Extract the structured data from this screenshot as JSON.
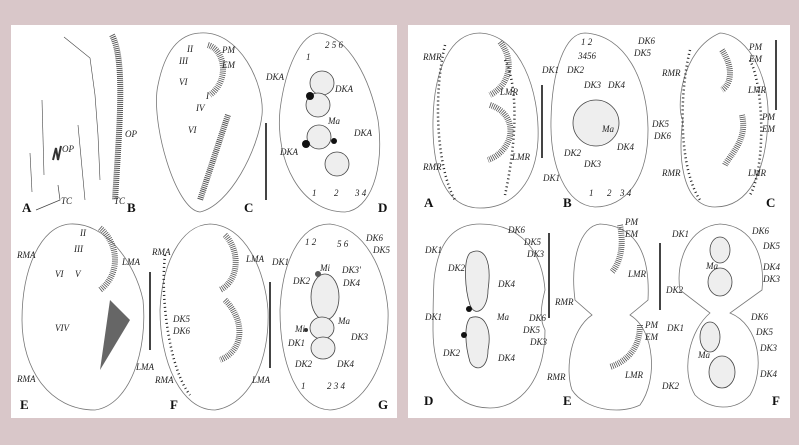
{
  "left_figure": {
    "panels": [
      "A",
      "B",
      "C",
      "D",
      "E",
      "F",
      "G"
    ],
    "labels": {
      "op": "OP",
      "tc": "TC",
      "pm": "PM",
      "em": "EM",
      "ii": "II",
      "iii": "III",
      "iv": "IV",
      "v": "V",
      "vi": "VI",
      "i": "I",
      "dka": "DKA",
      "ma": "Ma",
      "mi": "Mi",
      "rma": "RMA",
      "lma": "LMA",
      "dk1": "DK1",
      "dk2": "DK2",
      "dk3": "DK3",
      "dk3p": "DK3'",
      "dk4": "DK4",
      "dk5": "DK5",
      "dk6": "DK6",
      "n1": "1",
      "n2": "2",
      "n3": "3",
      "n4": "4",
      "n5": "5",
      "n6": "6"
    }
  },
  "right_figure": {
    "panels": [
      "A",
      "B",
      "C",
      "D",
      "E",
      "F"
    ],
    "labels": {
      "rmr": "RMR",
      "lmr": "LMR",
      "pm": "PM",
      "em": "EM",
      "ma": "Ma",
      "dk1": "DK1",
      "dk2": "DK2",
      "dk3": "DK3",
      "dk4": "DK4",
      "dk5": "DK5",
      "dk6": "DK6",
      "n12": "1 2",
      "n3456": "3456",
      "n1": "1",
      "n2": "2",
      "n34": "3 4"
    }
  }
}
